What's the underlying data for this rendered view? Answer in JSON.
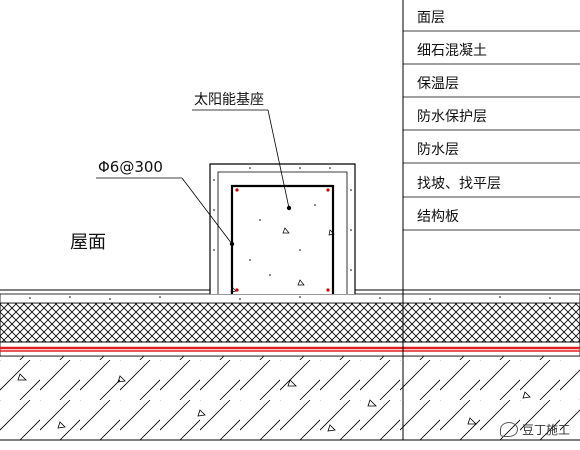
{
  "labels": {
    "base": "太阳能基座",
    "rebar": "Φ6@300",
    "roof": "屋面"
  },
  "layers": [
    "面层",
    "细石混凝土",
    "保温层",
    "防水保护层",
    "防水层",
    "找坡、找平层",
    "结构板"
  ],
  "watermark": {
    "text": "豆丁施工",
    "icon": "wechat-icon"
  },
  "colors": {
    "line": "#000000",
    "waterproof": "#e02020"
  }
}
